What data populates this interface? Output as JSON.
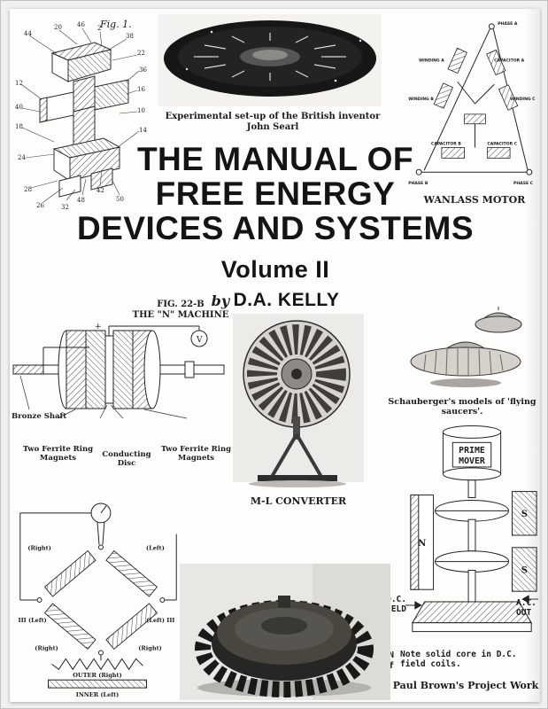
{
  "frame": {
    "mat": "#f0f0ee",
    "paper": "#fdfdfc",
    "ink": "#1c1c1c"
  },
  "title": {
    "line1": "THE MANUAL OF",
    "line2": "FREE ENERGY",
    "line3": "DEVICES AND SYSTEMS",
    "volume": "Volume II",
    "by_prefix": "by",
    "author": "D.A. KELLY"
  },
  "fig1": {
    "label": "Fig. 1.",
    "parts": [
      "44",
      "20",
      "46",
      "2",
      "38",
      "22",
      "36",
      "12",
      "16",
      "40",
      "18",
      "10",
      "14",
      "42",
      "24",
      "48",
      "26",
      "50",
      "28",
      "32"
    ]
  },
  "searl": {
    "caption": "Experimental set-up of the British inventor John Searl"
  },
  "wanlass": {
    "title": "WANLASS MOTOR",
    "labels": [
      "PHASE A",
      "WINDING A",
      "CAPACITOR A",
      "WINDING B",
      "WINDING C",
      "CAPACITOR B",
      "CAPACITOR C",
      "PHASE B",
      "PHASE C"
    ]
  },
  "n_machine": {
    "fig_label": "FIG. 22-B",
    "title": "THE \"N\" MACHINE",
    "plus": "+",
    "minus": "−",
    "meter": "V",
    "shaft_label": "Bronze Shaft",
    "left_magnets": "Two Ferrite Ring Magnets",
    "disc_label": "Conducting Disc",
    "right_magnets": "Two Ferrite Ring Magnets"
  },
  "ml_converter": {
    "caption": "M-L CONVERTER"
  },
  "schauberger": {
    "caption": "Schauberger's models of 'flying saucers'."
  },
  "prime_mover": {
    "title_line1": "PRIME",
    "title_line2": "MOVER",
    "magnets": [
      "N",
      "S",
      "S"
    ],
    "dc_line1": "D.C.",
    "dc_line2": "FIELD",
    "ac_line1": "A.C.",
    "ac_line2": "OUT",
    "note_sym1": "N",
    "note_sym2": "f",
    "note_line1": "Note solid core in D.C.",
    "note_line2": "field coils.",
    "credit": "Paul Brown's Project Work"
  },
  "quad_coil": {
    "labels": [
      "(Right)",
      "(Left)",
      "III (Left)",
      "(Left) III",
      "(Right)",
      "(Right)",
      "OUTER (Right)",
      "INNER (Left)"
    ]
  }
}
